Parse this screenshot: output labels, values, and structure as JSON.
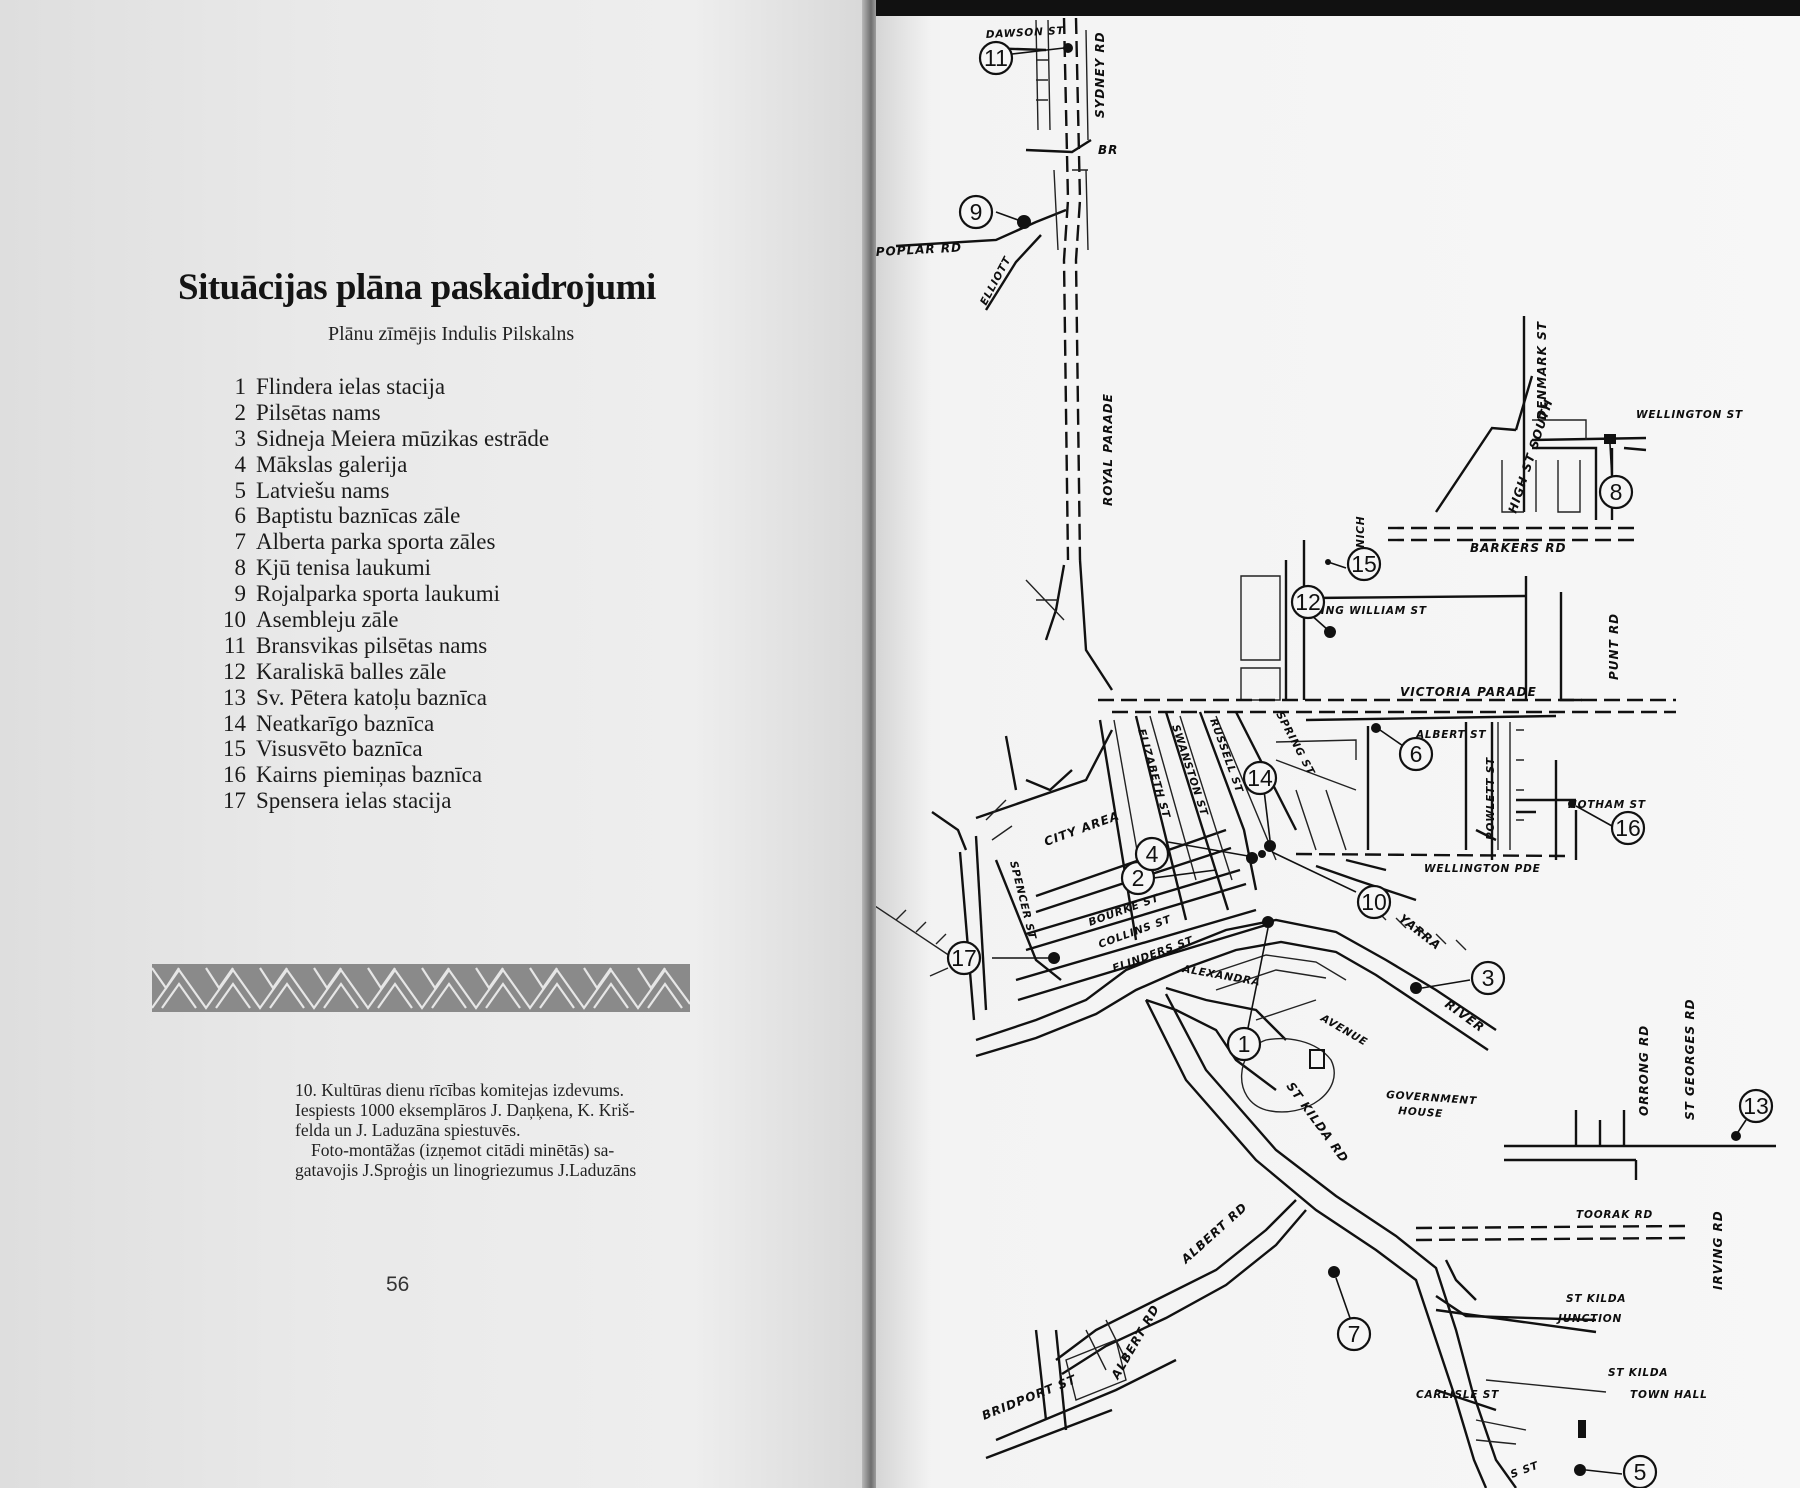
{
  "left_page": {
    "title": "Situācijas plāna paskaidrojumi",
    "subtitle": "Plānu zīmējis Indulis Pilskalns",
    "legend": [
      {
        "num": "1",
        "name": "Flindera ielas stacija"
      },
      {
        "num": "2",
        "name": "Pilsētas nams"
      },
      {
        "num": "3",
        "name": "Sidneja Meiera mūzikas estrāde"
      },
      {
        "num": "4",
        "name": "Mākslas galerija"
      },
      {
        "num": "5",
        "name": "Latviešu nams"
      },
      {
        "num": "6",
        "name": "Baptistu baznīcas zāle"
      },
      {
        "num": "7",
        "name": "Alberta parka sporta zāles"
      },
      {
        "num": "8",
        "name": "Kjū tenisa laukumi"
      },
      {
        "num": "9",
        "name": "Rojalparka sporta laukumi"
      },
      {
        "num": "10",
        "name": "Asembleju zāle"
      },
      {
        "num": "11",
        "name": "Bransvikas pilsētas nams"
      },
      {
        "num": "12",
        "name": "Karaliskā balles zāle"
      },
      {
        "num": "13",
        "name": "Sv. Pētera katoļu baznīca"
      },
      {
        "num": "14",
        "name": "Neatkarīgo baznīca"
      },
      {
        "num": "15",
        "name": "Visusvēto baznīca"
      },
      {
        "num": "16",
        "name": "Kairns piemiņas baznīca"
      },
      {
        "num": "17",
        "name": "Spensera ielas stacija"
      }
    ],
    "colophon": {
      "line1": "10. Kultūras dienu rīcības komitejas izdevums.",
      "line2": "Iespiests 1000 eksemplāros J. Daņķena, K. Kriš-",
      "line3": "felda un J. Laduzāna spiestuvēs.",
      "line4": "Foto-montāžas (izņemot citādi minētās) sa-",
      "line5": "gatavojis J.Sproģis un linogriezumus J.Laduzāns"
    },
    "page_number": "56"
  },
  "map": {
    "labels": {
      "dawson": "DAWSON ST",
      "sydney": "SYDNEY RD",
      "br": "BR",
      "poplar": "POPLAR RD",
      "elliott": "ELLIOTT",
      "royal_parade": "ROYAL PARADE",
      "high_st_south": "HIGH ST SOUTH",
      "denmark": "DENMARK ST",
      "wellington_st": "WELLINGTON ST",
      "barkers": "BARKERS RD",
      "nich": "NICH",
      "king_william": "KING WILLIAM ST",
      "punt": "PUNT RD",
      "victoria_parade": "VICTORIA PARADE",
      "albert_st": "ALBERT ST",
      "powlett": "POWLETT ST",
      "hotham": "HOTHAM ST",
      "wellington_pde": "WELLINGTON PDE",
      "elizabeth": "ELIZABETH ST",
      "swanston": "SWANSTON ST",
      "russell": "RUSSELL ST",
      "spring": "SPRING ST",
      "city_area": "CITY AREA",
      "spencer": "SPENCER ST",
      "bourke": "BOURKE ST",
      "collins": "COLLINS ST",
      "flinders": "FLINDERS ST",
      "yarra": "YARRA",
      "river": "RIVER",
      "alexandra": "ALEXANDRA",
      "avenue": "AVENUE",
      "government": "GOVERNMENT",
      "house": "HOUSE",
      "st_kilda_rd": "ST KILDA RD",
      "albert_rd_upper": "ALBERT RD",
      "albert_rd_lower": "ALBERT RD",
      "orrong": "ORRONG RD",
      "st_georges": "ST GEORGES RD",
      "toorak": "TOORAK RD",
      "irving": "IRVING RD",
      "st_kilda": "ST KILDA",
      "junction": "JUNCTION",
      "bridport": "BRIDPORT ST",
      "carlisle": "CARLISLE ST",
      "st_kilda2": "ST KILDA",
      "town_hall": "TOWN HALL",
      "ss": "S ST"
    },
    "markers": [
      "1",
      "2",
      "3",
      "4",
      "5",
      "6",
      "7",
      "8",
      "9",
      "10",
      "11",
      "12",
      "13",
      "14",
      "15",
      "16",
      "17"
    ]
  }
}
